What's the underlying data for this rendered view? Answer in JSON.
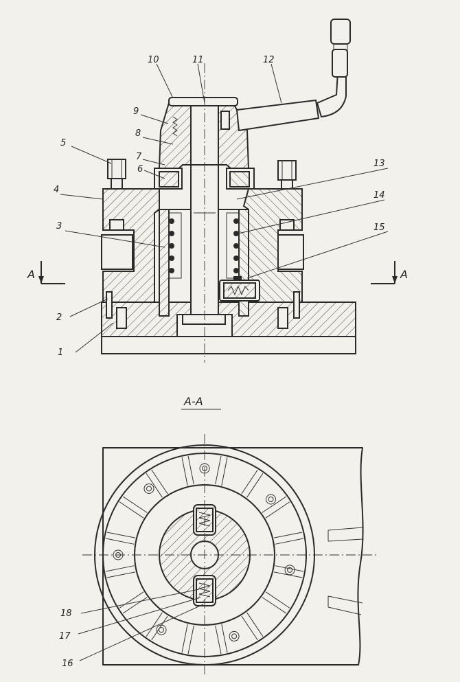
{
  "section_title": "A-A",
  "section_mark_left": "A",
  "section_mark_right": "A",
  "callouts": [
    {
      "id": "c1",
      "label": "1"
    },
    {
      "id": "c2",
      "label": "2"
    },
    {
      "id": "c3",
      "label": "3"
    },
    {
      "id": "c4",
      "label": "4"
    },
    {
      "id": "c5",
      "label": "5"
    },
    {
      "id": "c6",
      "label": "6"
    },
    {
      "id": "c7",
      "label": "7"
    },
    {
      "id": "c8",
      "label": "8"
    },
    {
      "id": "c9",
      "label": "9"
    },
    {
      "id": "c10",
      "label": "10"
    },
    {
      "id": "c11",
      "label": "11"
    },
    {
      "id": "c12",
      "label": "12"
    },
    {
      "id": "c13",
      "label": "13"
    },
    {
      "id": "c14",
      "label": "14"
    },
    {
      "id": "c15",
      "label": "15"
    },
    {
      "id": "c16",
      "label": "16"
    },
    {
      "id": "c17",
      "label": "17"
    },
    {
      "id": "c18",
      "label": "18"
    }
  ],
  "colors": {
    "paper": "#f2f1ec",
    "ink": "#2a2a2a"
  }
}
